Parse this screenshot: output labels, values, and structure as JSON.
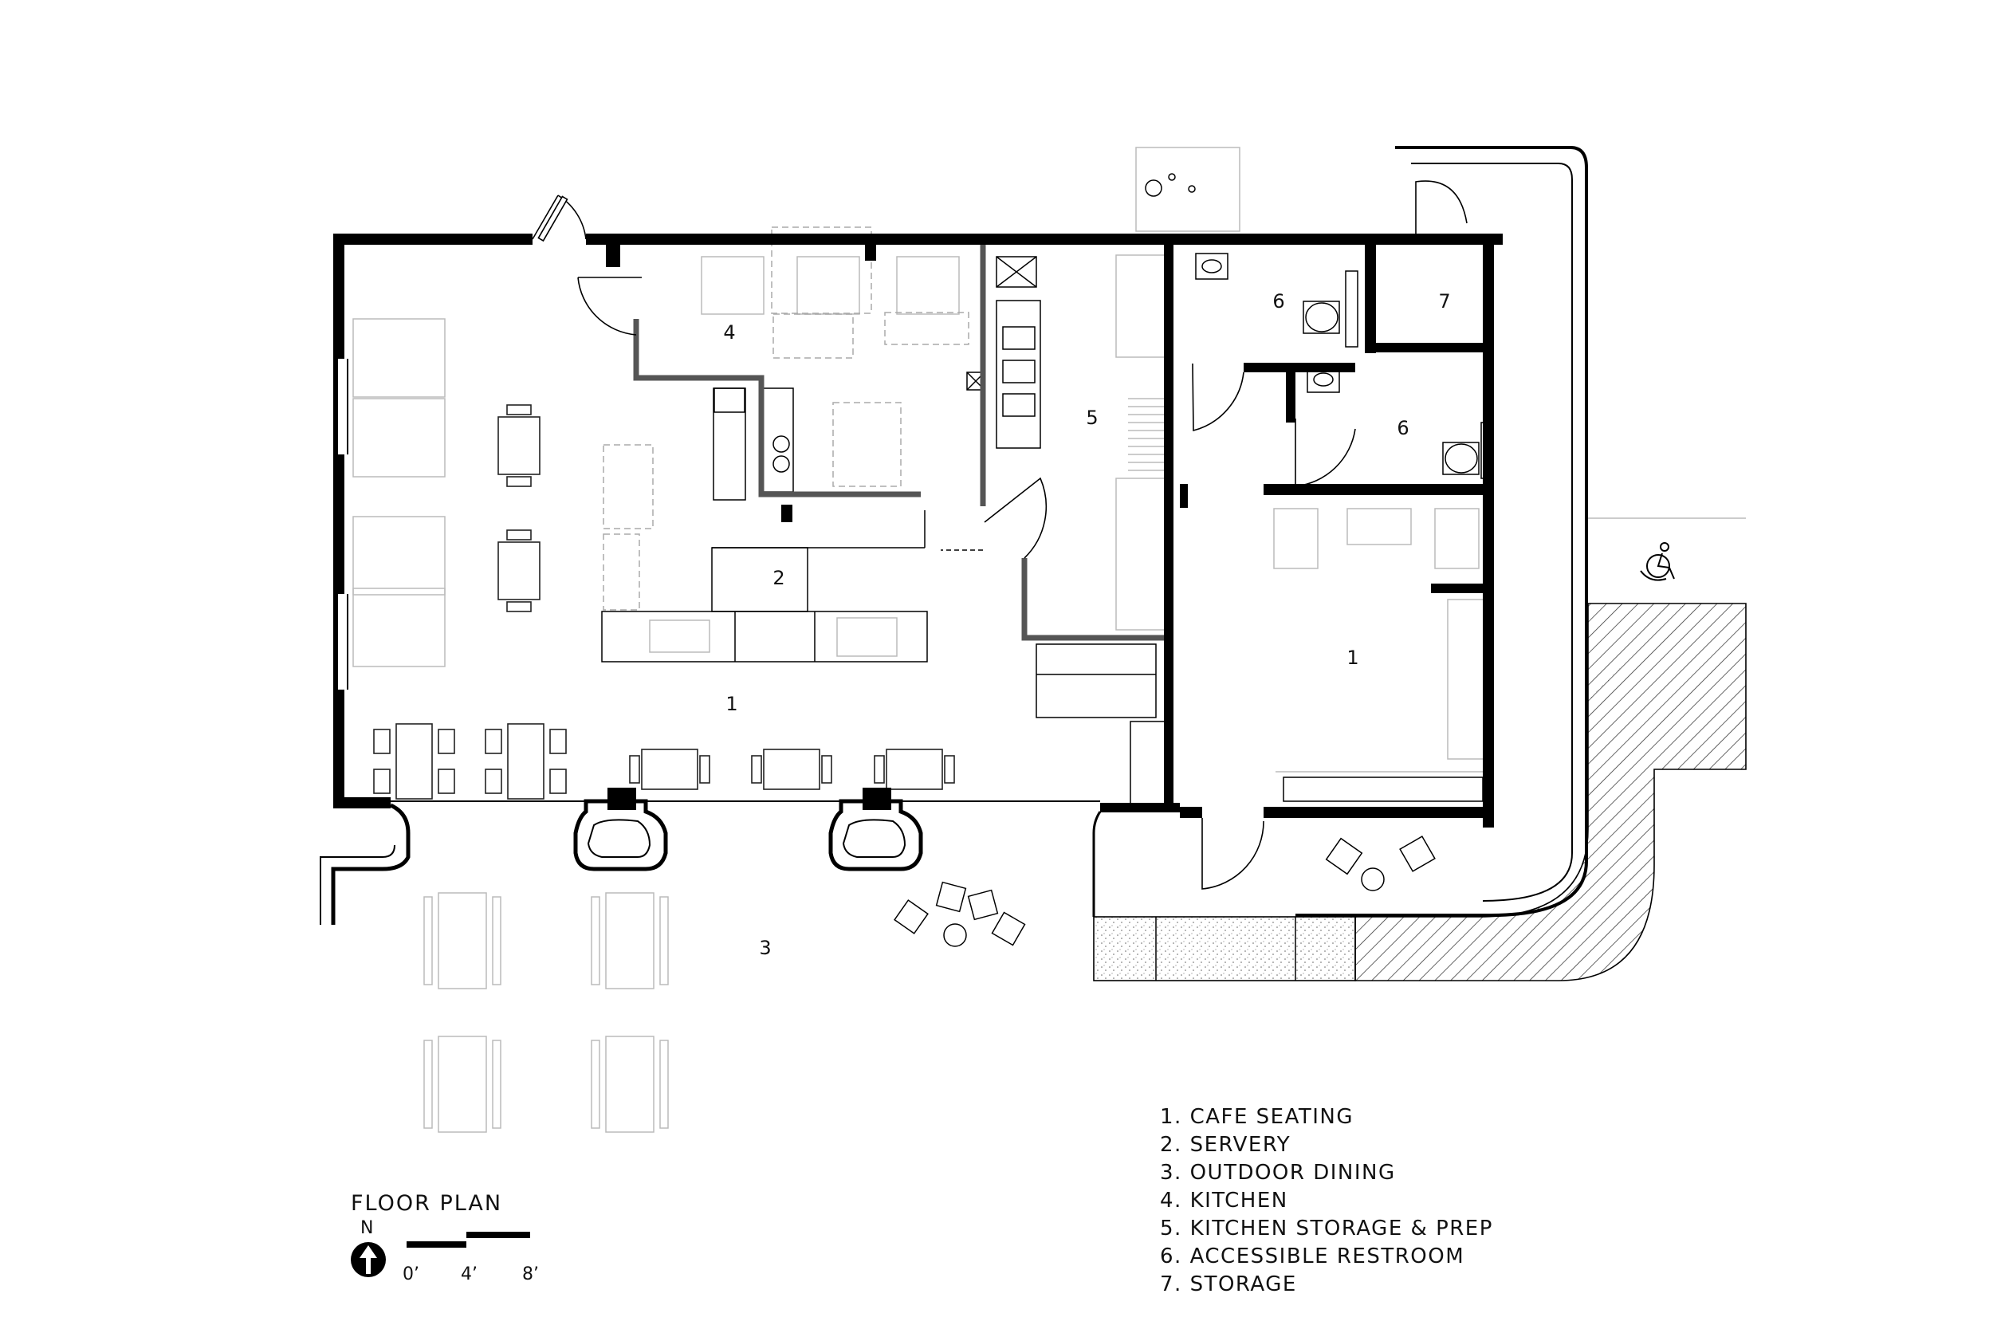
{
  "rooms": [
    {
      "label": "1"
    },
    {
      "label": "2"
    },
    {
      "label": "3"
    },
    {
      "label": "4"
    },
    {
      "label": "5"
    },
    {
      "label": "6"
    },
    {
      "label": "6"
    },
    {
      "label": "7"
    },
    {
      "label": "1"
    }
  ],
  "legend": [
    "1. CAFE SEATING",
    "2. SERVERY",
    "3. OUTDOOR DINING",
    "4. KITCHEN",
    "5. KITCHEN STORAGE & PREP",
    "6. ACCESSIBLE RESTROOM",
    "7. STORAGE"
  ],
  "title": "FLOOR PLAN",
  "north_label": "N",
  "scale": {
    "labels": [
      "0’",
      "4’",
      "8’"
    ]
  },
  "icons": [
    "north-arrow-icon",
    "accessibility-icon"
  ]
}
